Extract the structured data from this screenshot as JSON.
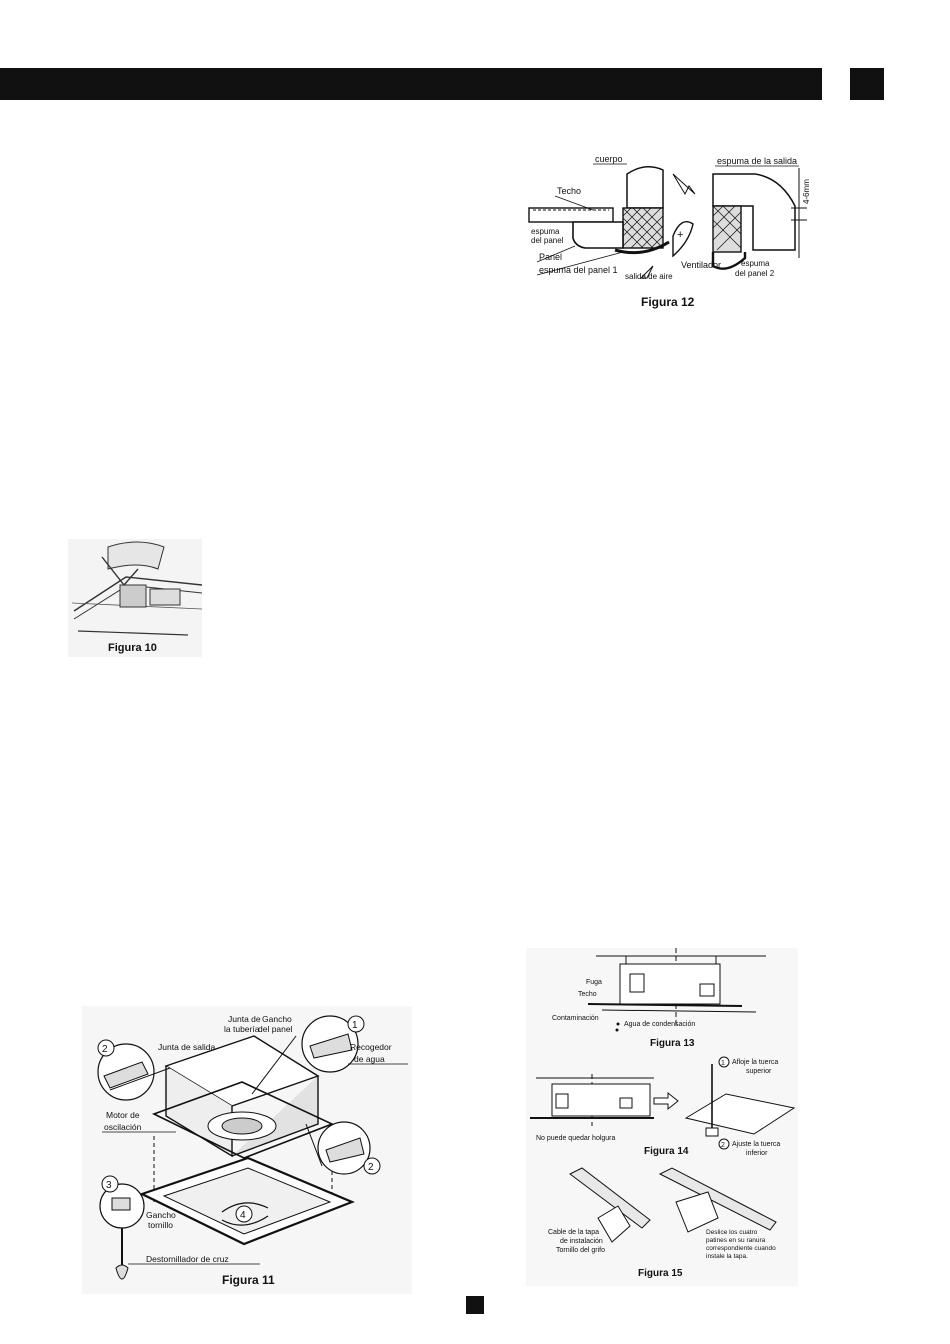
{
  "figures": {
    "fig10": {
      "caption": "Figura 10"
    },
    "fig11": {
      "caption": "Figura 11",
      "labels": {
        "junta_tuberia_1": "Junta de",
        "junta_tuberia_2": "la tubería",
        "gancho_panel_1": "Gancho",
        "gancho_panel_2": "del panel",
        "junta_salida": "Junta de salida",
        "recogedor_1": "Recogedor",
        "recogedor_2": "de agua",
        "motor_1": "Motor de",
        "motor_2": "oscilación",
        "gancho_tornillo_1": "Gancho",
        "gancho_tornillo_2": "tornillo",
        "destornillador": "Destornillador de cruz",
        "n1": "1",
        "n2a": "2",
        "n2b": "2",
        "n3": "3",
        "n4": "4"
      }
    },
    "fig12": {
      "caption": "Figura 12",
      "labels": {
        "cuerpo": "cuerpo",
        "techo": "Techo",
        "espuma_panel_1": "espuma",
        "espuma_panel_2": "del panel",
        "panel": "Panel",
        "espuma_panel1": "espuma del panel 1",
        "salida_aire": "salida de aire",
        "ventilador": "Ventilador",
        "espuma_salida": "espuma de la salida",
        "dim": "4-6mm",
        "espuma2_1": "espuma",
        "espuma2_2": "del panel 2"
      }
    },
    "fig13": {
      "caption": "Figura 13",
      "labels": {
        "fuga": "Fuga",
        "techo": "Techo",
        "contaminacion": "Contaminación",
        "agua": "Agua de condensación"
      }
    },
    "fig14": {
      "caption": "Figura 14",
      "labels": {
        "holgura": "No puede quedar holgura",
        "afloje_1": "Afloje la tuerca",
        "afloje_2": "superior",
        "ajuste_1": "Ajuste la tuerca",
        "ajuste_2": "inferior",
        "n1": "1",
        "n2": "2"
      }
    },
    "fig15": {
      "caption": "Figura 15",
      "labels": {
        "cable_1": "Cable de la tapa",
        "cable_2": "de instalación",
        "tornillo": "Tornillo del grifo",
        "deslice_1": "Deslice los cuatro",
        "deslice_2": "patines en su ranura",
        "deslice_3": "correspondiente cuando",
        "deslice_4": "instale la tapa."
      }
    }
  }
}
